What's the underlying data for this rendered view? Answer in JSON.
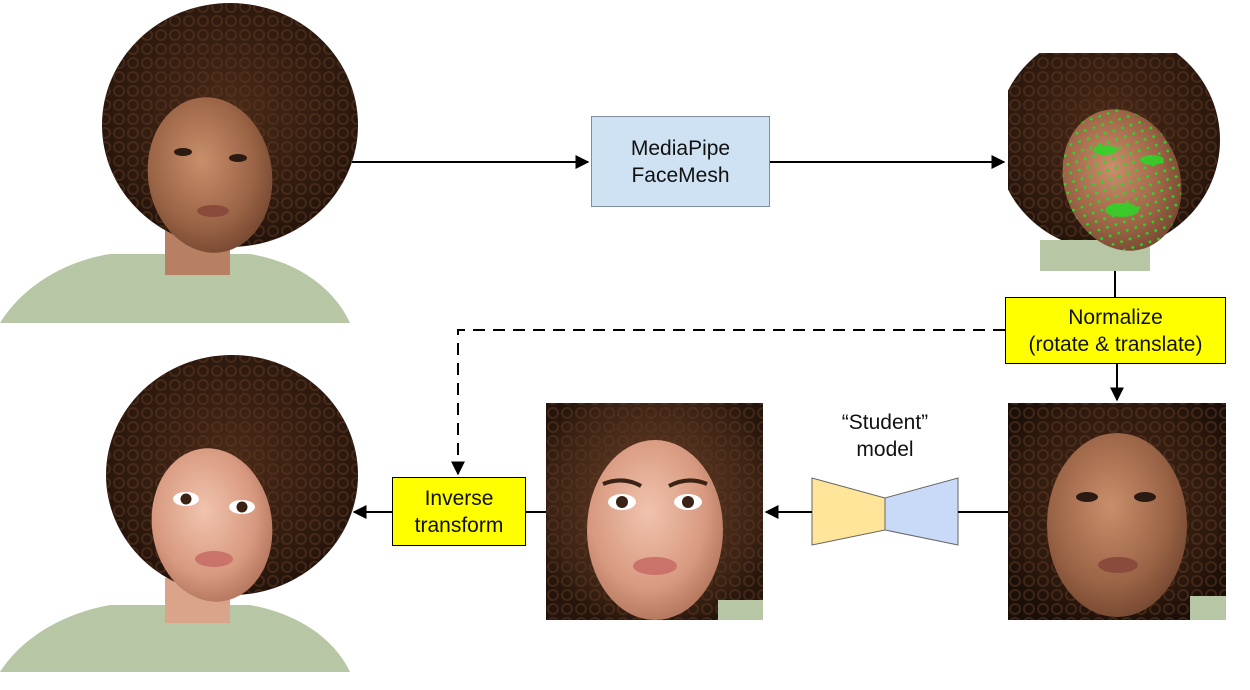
{
  "nodes": {
    "facemesh": {
      "line1": "MediaPipe",
      "line2": "FaceMesh"
    },
    "normalize": {
      "line1": "Normalize",
      "line2": "(rotate & translate)"
    },
    "inverse": {
      "line1": "Inverse",
      "line2": "transform"
    },
    "student_label": {
      "line1": "“Student”",
      "line2": "model"
    }
  },
  "images": [
    {
      "name": "input-photo",
      "description": "photo of woman with curly hair"
    },
    {
      "name": "landmarks-photo",
      "description": "photo with green face mesh landmarks"
    },
    {
      "name": "normalized-photo",
      "description": "rotated and cropped face"
    },
    {
      "name": "stylized-face",
      "description": "stylized animated face"
    },
    {
      "name": "output-photo",
      "description": "stylized output photo"
    }
  ],
  "colors": {
    "facemesh_box": "#cfe2f3",
    "normalize_box": "#ffff00",
    "encoder": "#ffe599",
    "decoder": "#c9daf8",
    "landmarks": "#22dd22"
  }
}
